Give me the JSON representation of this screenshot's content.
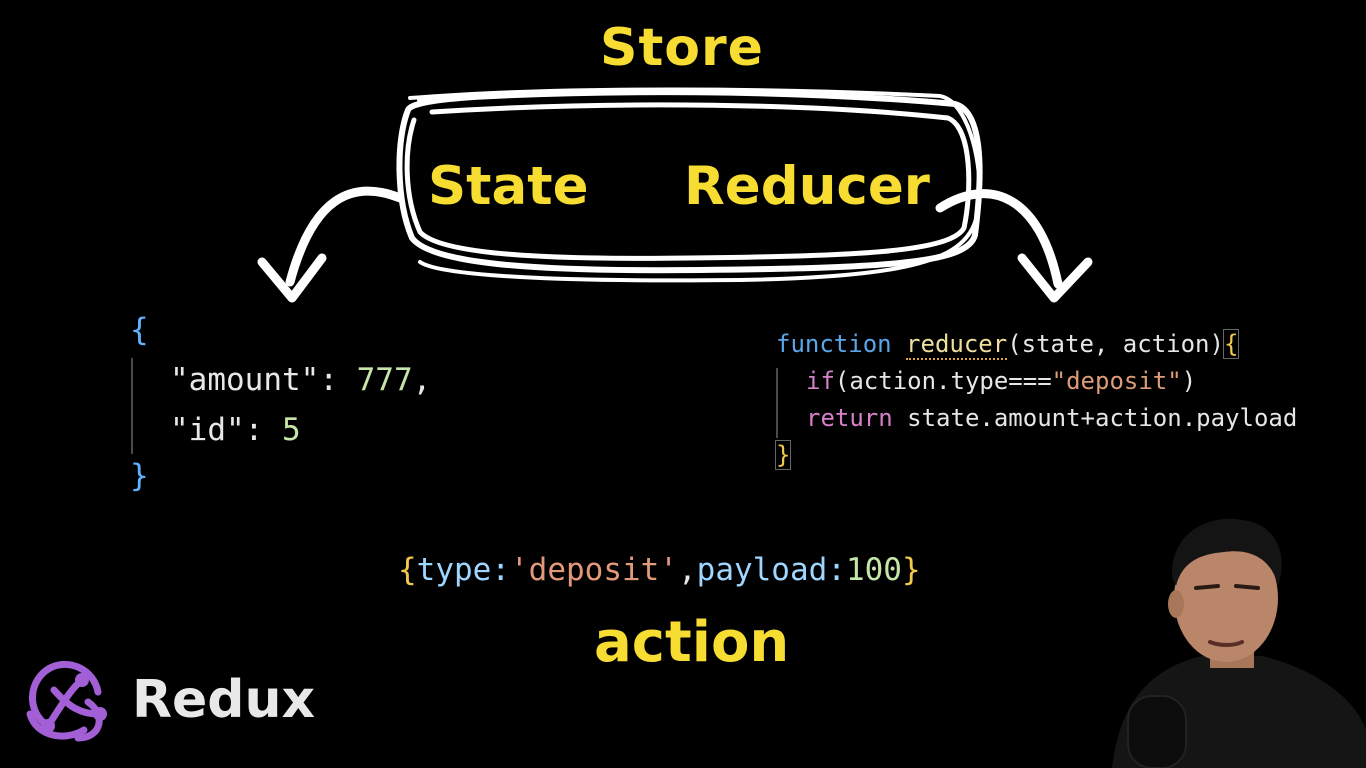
{
  "diagram": {
    "store_title": "Store",
    "state_label": "State",
    "reducer_label": "Reducer",
    "action_label": "action"
  },
  "state_json": {
    "open": "{",
    "close": "}",
    "line1": {
      "key": "\"amount\"",
      "sep": ": ",
      "value": "777",
      "trail": ","
    },
    "line2": {
      "key": "\"id\"",
      "sep": ": ",
      "value": "5"
    }
  },
  "reducer_code": {
    "keyword_function": "function",
    "fn_name": "reducer",
    "params": "(state, action)",
    "open_brace": "{",
    "if_kw": "if",
    "if_cond_a": "(action.type===",
    "if_str": "\"deposit\"",
    "if_cond_b": ")",
    "return_kw": "return",
    "return_expr": "state.amount+action.payload",
    "close_brace": "}"
  },
  "action_obj": {
    "open": "{",
    "type_key": "type:",
    "type_val": "'deposit'",
    "comma": ",",
    "payload_key": "payload:",
    "payload_val": "100",
    "close": "}"
  },
  "branding": {
    "logo_text": "Redux",
    "logo_icon": "redux-logo-icon",
    "logo_color": "#a25fd6"
  },
  "colors": {
    "background": "#000000",
    "title_yellow": "#f7dc31",
    "sketch_white": "#ffffff"
  }
}
